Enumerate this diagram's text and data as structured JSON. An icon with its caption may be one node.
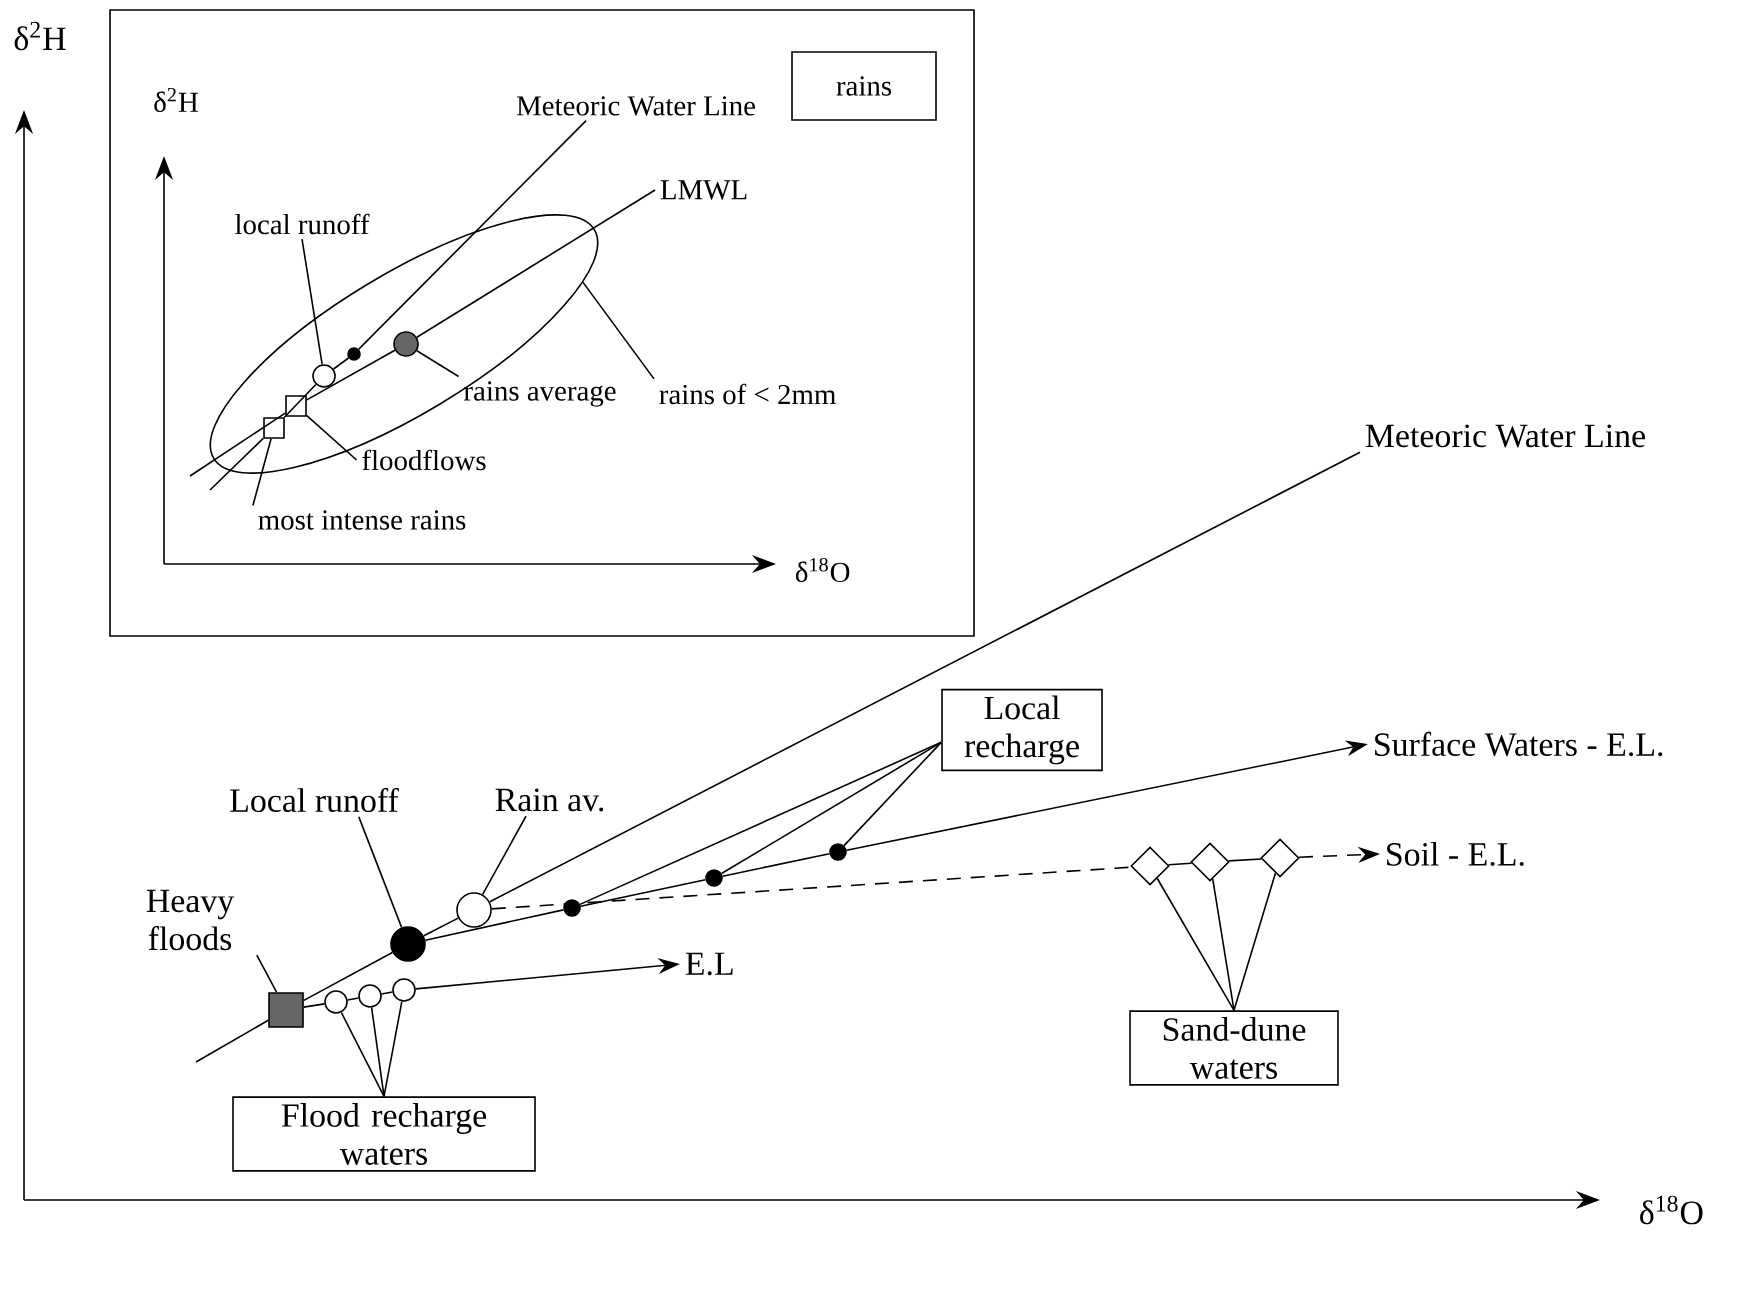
{
  "diagram": {
    "nodes": [
      {
        "text": [
          "rains"
        ]
      },
      {
        "text": [
          "Meteoric Water Line"
        ]
      },
      {
        "text": [
          "LMWL"
        ]
      },
      {
        "text": [
          "local runoff"
        ]
      },
      {
        "text": [
          "rains of < 2mm"
        ]
      },
      {
        "text": [
          "rains average"
        ]
      },
      {
        "text": [
          "floodflows"
        ]
      },
      {
        "text": [
          "most intense rains"
        ]
      },
      {
        "text": [],
        "shape": "ellipse"
      },
      {
        "text": [],
        "shape": "box",
        "in": 8
      },
      {
        "text": [],
        "shape": "box",
        "in": 8
      },
      {
        "text": [],
        "shape": "circle",
        "in": 8
      },
      {
        "text": [],
        "shape": "circle",
        "in": 8
      },
      {
        "text": [],
        "shape": "circle",
        "in": 8
      },
      {
        "text": [
          "Meteoric Water Line"
        ]
      },
      {
        "text": [
          "Heavy floods"
        ]
      },
      {
        "text": [
          "Local runoff"
        ]
      },
      {
        "text": [
          "Rain av."
        ]
      },
      {
        "text": [
          "Local recharge"
        ]
      },
      {
        "text": [
          "Surface Waters - E.L."
        ]
      },
      {
        "text": [
          "Soil - E.L."
        ]
      },
      {
        "text": [
          "E.L"
        ]
      },
      {
        "text": [
          "Sand-dune waters"
        ]
      },
      {
        "text": [
          "Flood recharge waters"
        ]
      },
      {
        "text": [],
        "shape": "box"
      },
      {
        "text": [],
        "shape": "circle"
      },
      {
        "text": [],
        "shape": "circle"
      },
      {
        "text": [],
        "shape": "circle"
      },
      {
        "text": [],
        "shape": "circle"
      },
      {
        "text": [],
        "shape": "circle"
      },
      {
        "text": [],
        "shape": "diamond"
      },
      {
        "text": [],
        "shape": "diamond"
      },
      {
        "text": [],
        "shape": "diamond"
      },
      {
        "text": [],
        "shape": "circle"
      },
      {
        "text": [],
        "shape": "circle"
      },
      {
        "text": [],
        "shape": "circle"
      }
    ],
    "edges": [
      {
        "from": null,
        "to": 9,
        "arrow": "none"
      },
      {
        "from": 9,
        "to": 11,
        "arrow": "none"
      },
      {
        "from": 11,
        "to": 12,
        "arrow": "none"
      },
      {
        "from": 12,
        "to": 1,
        "arrow": "none"
      },
      {
        "from": null,
        "to": 10,
        "arrow": "none"
      },
      {
        "from": 10,
        "to": 13,
        "arrow": "none"
      },
      {
        "from": 13,
        "to": 2,
        "arrow": "none"
      },
      {
        "from": 3,
        "to": 11,
        "arrow": "none"
      },
      {
        "from": 5,
        "to": 13,
        "arrow": "none"
      },
      {
        "from": 6,
        "to": 10,
        "arrow": "none"
      },
      {
        "from": 7,
        "to": 9,
        "arrow": "none"
      },
      {
        "from": 4,
        "to": 8,
        "arrow": "none"
      },
      {
        "from": null,
        "to": 24,
        "arrow": "none"
      },
      {
        "from": 24,
        "to": 25,
        "arrow": "none"
      },
      {
        "from": 25,
        "to": 26,
        "arrow": "none"
      },
      {
        "from": 26,
        "to": 14,
        "arrow": "none"
      },
      {
        "from": 25,
        "to": 27,
        "arrow": "none"
      },
      {
        "from": 27,
        "to": 28,
        "arrow": "none"
      },
      {
        "from": 28,
        "to": 29,
        "arrow": "none"
      },
      {
        "from": 29,
        "to": 19,
        "arrow": "to"
      },
      {
        "from": 26,
        "to": 30,
        "arrow": "none",
        "style": "dashed"
      },
      {
        "from": 30,
        "to": 31,
        "arrow": "none"
      },
      {
        "from": 31,
        "to": 32,
        "arrow": "none"
      },
      {
        "from": 32,
        "to": 20,
        "arrow": "to",
        "style": "dashed"
      },
      {
        "from": 24,
        "to": 33,
        "arrow": "none"
      },
      {
        "from": 33,
        "to": 34,
        "arrow": "none"
      },
      {
        "from": 34,
        "to": 35,
        "arrow": "none"
      },
      {
        "from": 35,
        "to": 21,
        "arrow": "to"
      },
      {
        "from": 15,
        "to": 24,
        "arrow": "none"
      },
      {
        "from": 16,
        "to": 25,
        "arrow": "none"
      },
      {
        "from": 17,
        "to": 26,
        "arrow": "none"
      },
      {
        "from": 18,
        "to": 27,
        "arrow": "none"
      },
      {
        "from": 18,
        "to": 28,
        "arrow": "none"
      },
      {
        "from": 18,
        "to": 29,
        "arrow": "none"
      },
      {
        "from": 22,
        "to": 30,
        "arrow": "none"
      },
      {
        "from": 22,
        "to": 31,
        "arrow": "none"
      },
      {
        "from": 22,
        "to": 32,
        "arrow": "none"
      },
      {
        "from": 23,
        "to": 33,
        "arrow": "none"
      },
      {
        "from": 23,
        "to": 34,
        "arrow": "none"
      },
      {
        "from": 23,
        "to": 35,
        "arrow": "none"
      }
    ],
    "labels": [
      "δ$^{2}$H",
      "δ$^{2}$H",
      "δ$^{18}$O",
      "δ$^{18}$O"
    ]
  }
}
